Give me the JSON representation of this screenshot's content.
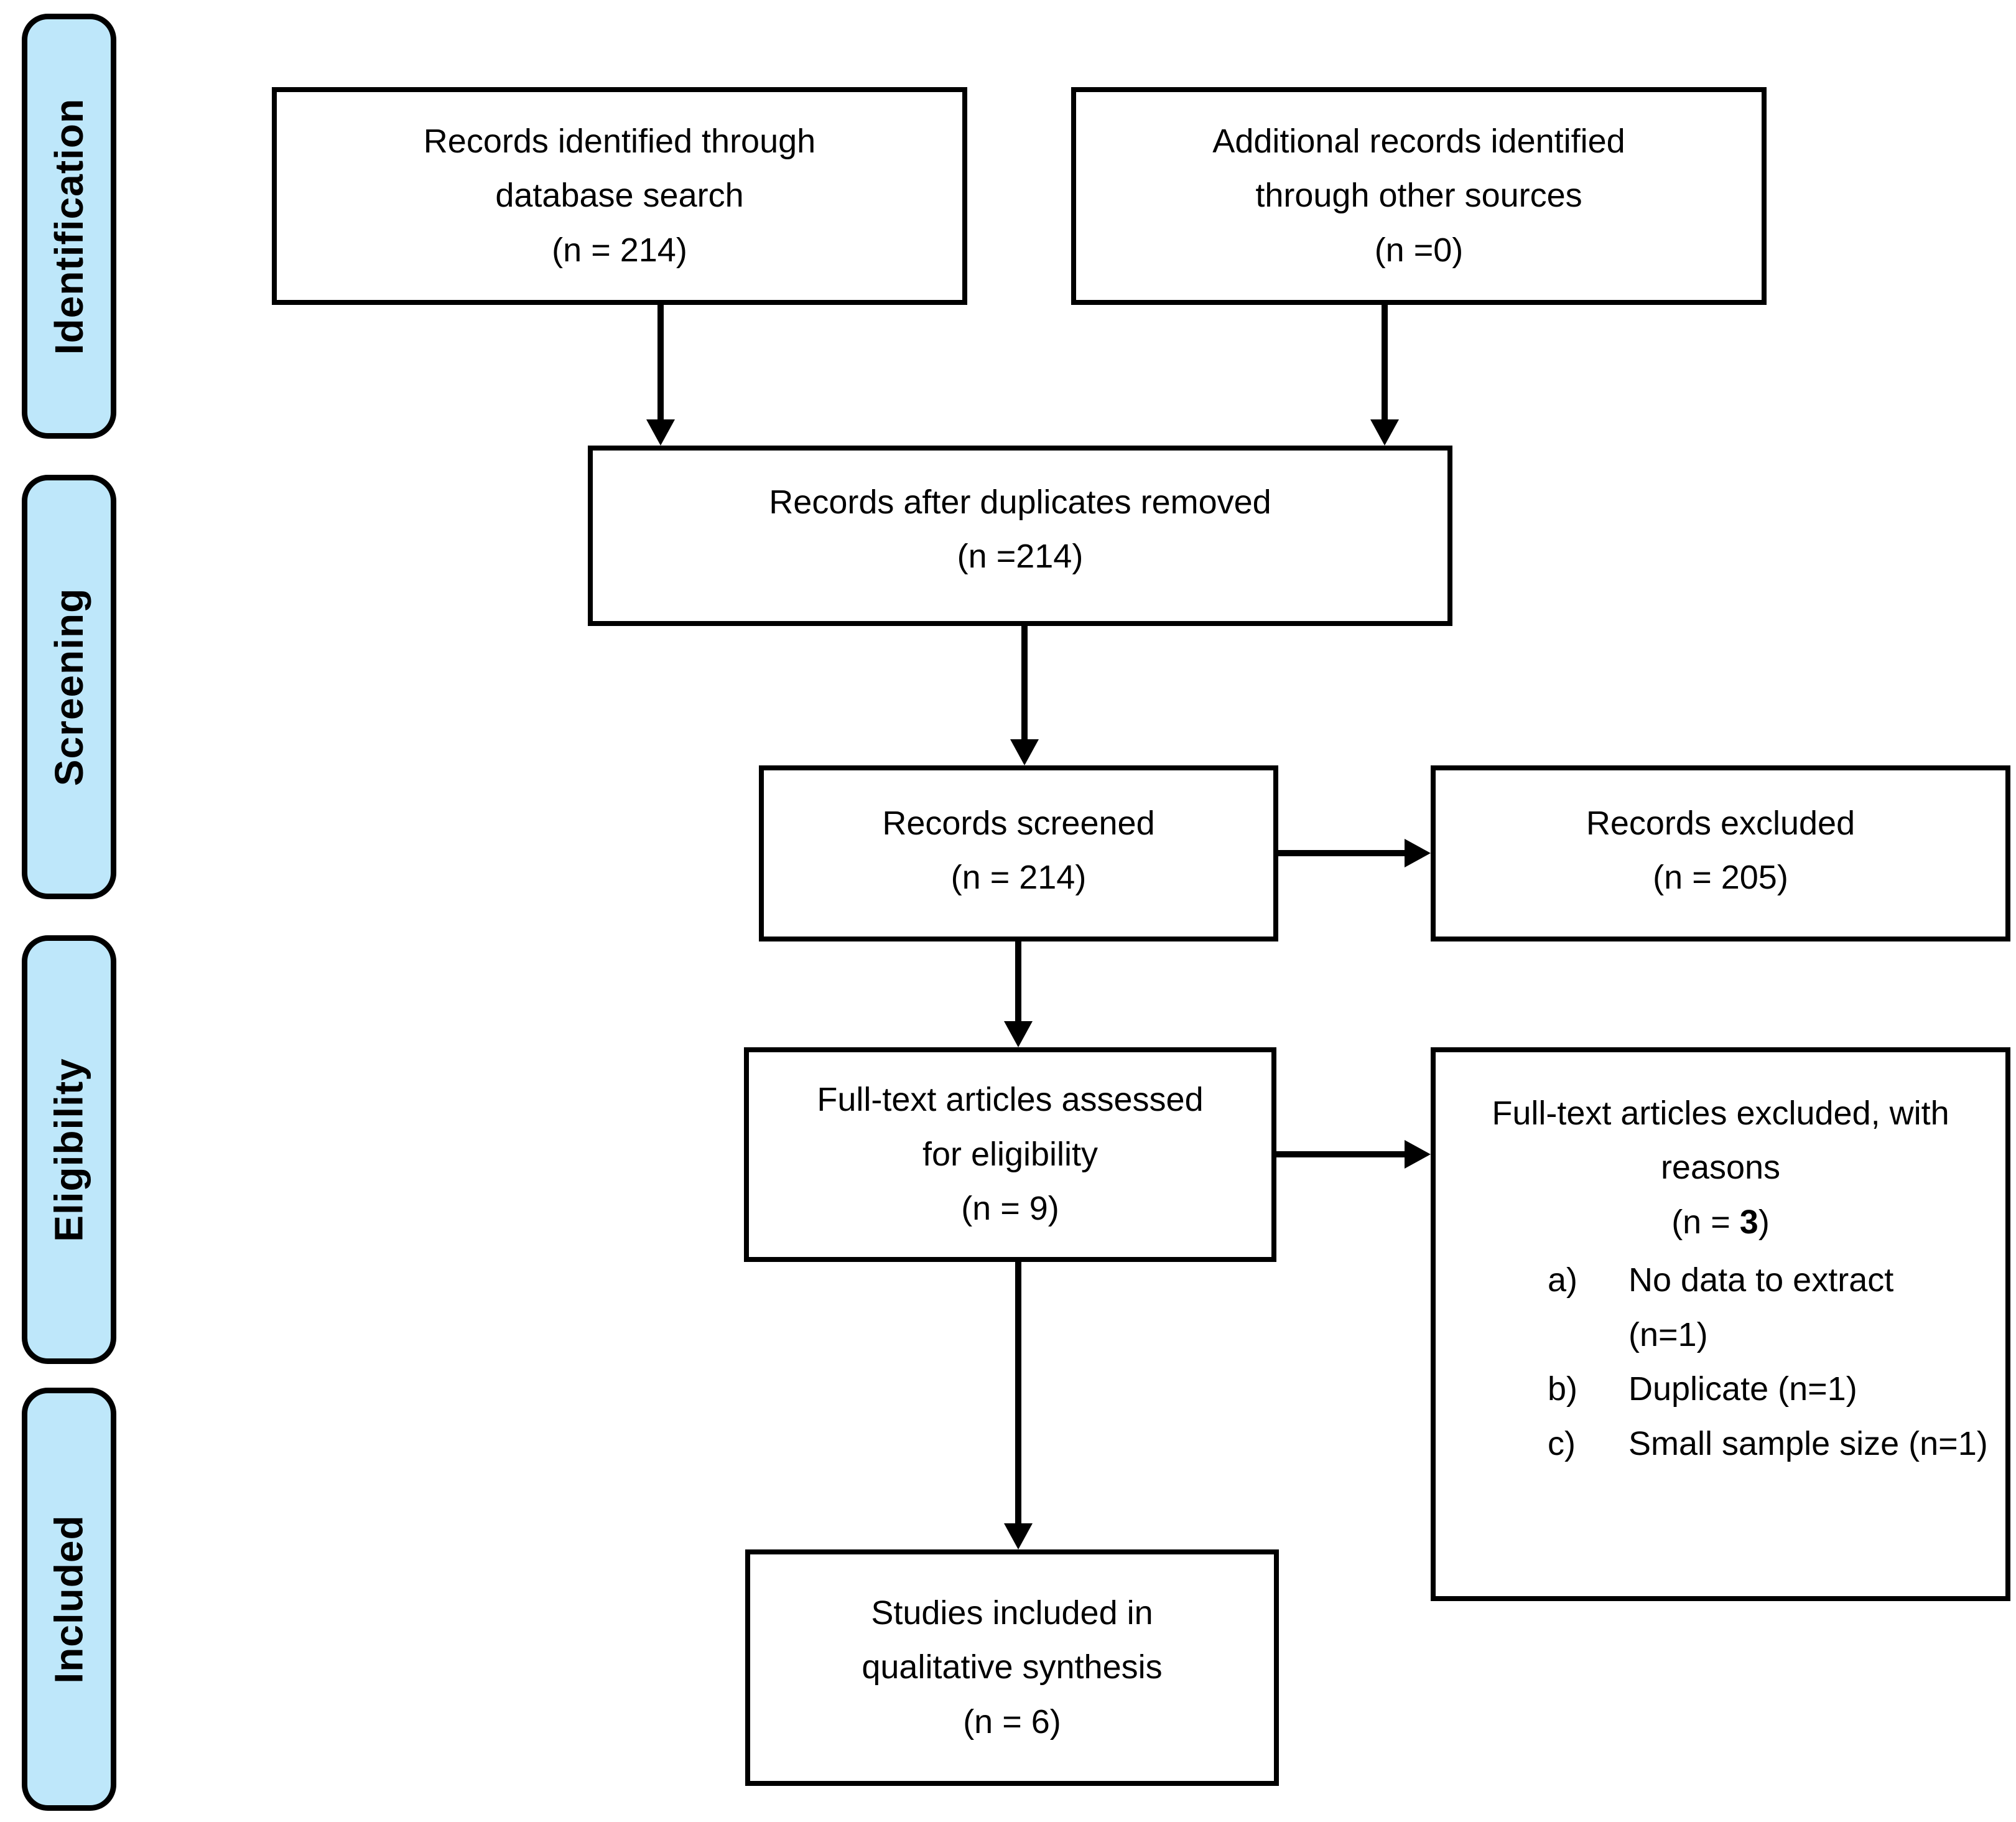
{
  "colors": {
    "stage_fill": "#bee7fa",
    "stage_border": "#000000",
    "box_border": "#000000",
    "text": "#000000",
    "background": "#ffffff"
  },
  "stages": [
    {
      "label": "Identification"
    },
    {
      "label": "Screening"
    },
    {
      "label": "Eligibility"
    },
    {
      "label": "Included"
    }
  ],
  "boxes": {
    "records_identified": {
      "lines": [
        "Records identified through",
        "database search",
        "(n = 214)"
      ]
    },
    "additional_records": {
      "lines": [
        "Additional records identified",
        "through other sources",
        "(n =0)"
      ]
    },
    "duplicates_removed": {
      "lines": [
        "Records after duplicates removed",
        "(n =214)"
      ]
    },
    "records_screened": {
      "lines": [
        "Records screened",
        "(n = 214)"
      ]
    },
    "records_excluded": {
      "lines": [
        "Records excluded",
        "(n = 205)"
      ]
    },
    "fulltext_assessed": {
      "lines": [
        "Full-text articles assessed",
        "for eligibility",
        "(n = 9)"
      ]
    },
    "fulltext_excluded": {
      "title_lines": [
        "Full-text articles excluded, with",
        "reasons"
      ],
      "count_prefix": "(n = ",
      "count_value": "3",
      "count_suffix": ")",
      "reasons": [
        {
          "marker": "a)",
          "text": "No data to extract",
          "text2": "(n=1)"
        },
        {
          "marker": "b)",
          "text": "Duplicate (n=1)",
          "text2": ""
        },
        {
          "marker": "c)",
          "text": "Small sample size (n=1)",
          "text2": ""
        }
      ]
    },
    "studies_included": {
      "lines": [
        "Studies included in",
        "qualitative synthesis",
        "(n = 6)"
      ]
    }
  }
}
